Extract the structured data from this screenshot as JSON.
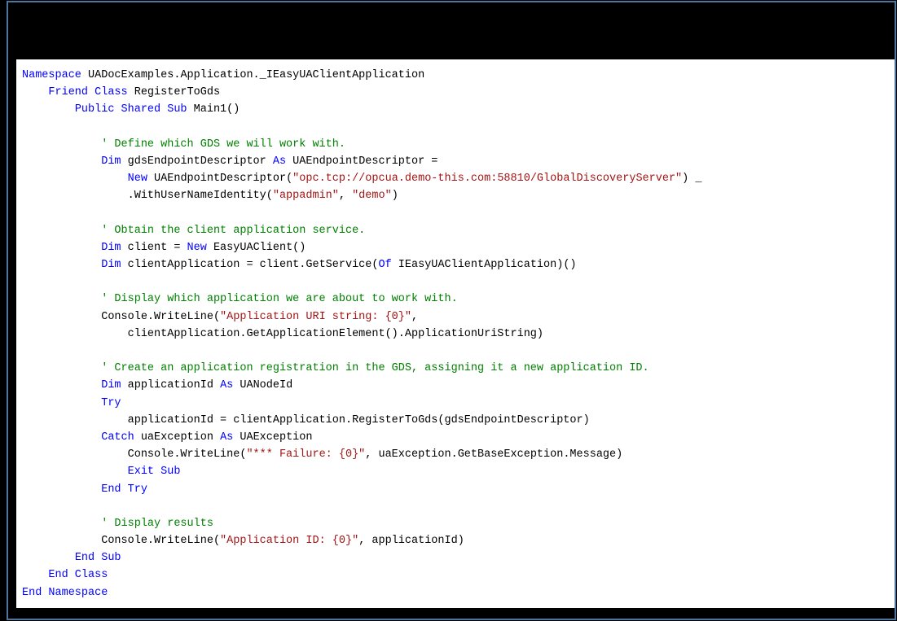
{
  "colors": {
    "background": "#000000",
    "border": "#4a76a0",
    "panel": "#ffffff",
    "keyword": "#0000ff",
    "comment": "#008000",
    "string": "#a31515",
    "text": "#000000"
  },
  "code": {
    "language": "Visual Basic",
    "lines": [
      [
        {
          "t": "kw",
          "v": "Namespace"
        },
        {
          "t": "tx",
          "v": " UADocExamples.Application._IEasyUAClientApplication"
        }
      ],
      [
        {
          "t": "tx",
          "v": "    "
        },
        {
          "t": "kw",
          "v": "Friend Class"
        },
        {
          "t": "tx",
          "v": " RegisterToGds"
        }
      ],
      [
        {
          "t": "tx",
          "v": "        "
        },
        {
          "t": "kw",
          "v": "Public Shared Sub"
        },
        {
          "t": "tx",
          "v": " Main1()"
        }
      ],
      [],
      [
        {
          "t": "tx",
          "v": "            "
        },
        {
          "t": "cm",
          "v": "' Define which GDS we will work with."
        }
      ],
      [
        {
          "t": "tx",
          "v": "            "
        },
        {
          "t": "kw",
          "v": "Dim"
        },
        {
          "t": "tx",
          "v": " gdsEndpointDescriptor "
        },
        {
          "t": "kw",
          "v": "As"
        },
        {
          "t": "tx",
          "v": " UAEndpointDescriptor ="
        }
      ],
      [
        {
          "t": "tx",
          "v": "                "
        },
        {
          "t": "kw",
          "v": "New"
        },
        {
          "t": "tx",
          "v": " UAEndpointDescriptor("
        },
        {
          "t": "st",
          "v": "\"opc.tcp://opcua.demo-this.com:58810/GlobalDiscoveryServer\""
        },
        {
          "t": "tx",
          "v": ") _"
        }
      ],
      [
        {
          "t": "tx",
          "v": "                .WithUserNameIdentity("
        },
        {
          "t": "st",
          "v": "\"appadmin\""
        },
        {
          "t": "tx",
          "v": ", "
        },
        {
          "t": "st",
          "v": "\"demo\""
        },
        {
          "t": "tx",
          "v": ")"
        }
      ],
      [],
      [
        {
          "t": "tx",
          "v": "            "
        },
        {
          "t": "cm",
          "v": "' Obtain the client application service."
        }
      ],
      [
        {
          "t": "tx",
          "v": "            "
        },
        {
          "t": "kw",
          "v": "Dim"
        },
        {
          "t": "tx",
          "v": " client = "
        },
        {
          "t": "kw",
          "v": "New"
        },
        {
          "t": "tx",
          "v": " EasyUAClient()"
        }
      ],
      [
        {
          "t": "tx",
          "v": "            "
        },
        {
          "t": "kw",
          "v": "Dim"
        },
        {
          "t": "tx",
          "v": " clientApplication = client.GetService("
        },
        {
          "t": "kw",
          "v": "Of"
        },
        {
          "t": "tx",
          "v": " IEasyUAClientApplication)()"
        }
      ],
      [],
      [
        {
          "t": "tx",
          "v": "            "
        },
        {
          "t": "cm",
          "v": "' Display which application we are about to work with."
        }
      ],
      [
        {
          "t": "tx",
          "v": "            Console.WriteLine("
        },
        {
          "t": "st",
          "v": "\"Application URI string: {0}\""
        },
        {
          "t": "tx",
          "v": ","
        }
      ],
      [
        {
          "t": "tx",
          "v": "                clientApplication.GetApplicationElement().ApplicationUriString)"
        }
      ],
      [],
      [
        {
          "t": "tx",
          "v": "            "
        },
        {
          "t": "cm",
          "v": "' Create an application registration in the GDS, assigning it a new application ID."
        }
      ],
      [
        {
          "t": "tx",
          "v": "            "
        },
        {
          "t": "kw",
          "v": "Dim"
        },
        {
          "t": "tx",
          "v": " applicationId "
        },
        {
          "t": "kw",
          "v": "As"
        },
        {
          "t": "tx",
          "v": " UANodeId"
        }
      ],
      [
        {
          "t": "tx",
          "v": "            "
        },
        {
          "t": "kw",
          "v": "Try"
        }
      ],
      [
        {
          "t": "tx",
          "v": "                applicationId = clientApplication.RegisterToGds(gdsEndpointDescriptor)"
        }
      ],
      [
        {
          "t": "tx",
          "v": "            "
        },
        {
          "t": "kw",
          "v": "Catch"
        },
        {
          "t": "tx",
          "v": " uaException "
        },
        {
          "t": "kw",
          "v": "As"
        },
        {
          "t": "tx",
          "v": " UAException"
        }
      ],
      [
        {
          "t": "tx",
          "v": "                Console.WriteLine("
        },
        {
          "t": "st",
          "v": "\"*** Failure: {0}\""
        },
        {
          "t": "tx",
          "v": ", uaException.GetBaseException.Message)"
        }
      ],
      [
        {
          "t": "tx",
          "v": "                "
        },
        {
          "t": "kw",
          "v": "Exit Sub"
        }
      ],
      [
        {
          "t": "tx",
          "v": "            "
        },
        {
          "t": "kw",
          "v": "End Try"
        }
      ],
      [],
      [
        {
          "t": "tx",
          "v": "            "
        },
        {
          "t": "cm",
          "v": "' Display results"
        }
      ],
      [
        {
          "t": "tx",
          "v": "            Console.WriteLine("
        },
        {
          "t": "st",
          "v": "\"Application ID: {0}\""
        },
        {
          "t": "tx",
          "v": ", applicationId)"
        }
      ],
      [
        {
          "t": "tx",
          "v": "        "
        },
        {
          "t": "kw",
          "v": "End Sub"
        }
      ],
      [
        {
          "t": "tx",
          "v": "    "
        },
        {
          "t": "kw",
          "v": "End Class"
        }
      ],
      [
        {
          "t": "kw",
          "v": "End Namespace"
        }
      ]
    ]
  }
}
